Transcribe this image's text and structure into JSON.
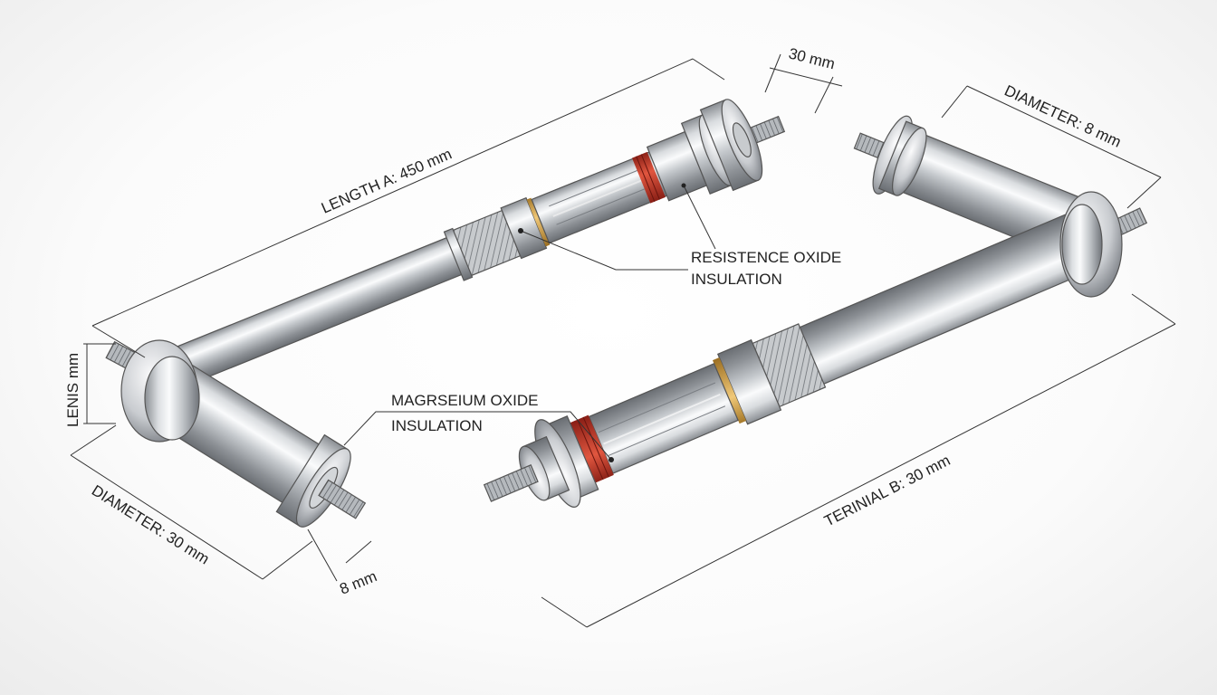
{
  "dimensions": {
    "length_a": "LENGTH A: 450 mm",
    "top_right_30": "30 mm",
    "diameter_8": "DIAMETER: 8 mm",
    "lenis": "LENIS mm",
    "diameter_30": "DIAMETER: 30 mm",
    "bottom_8": "8 mm",
    "terminal_b": "TERINIAL B: 30 mm"
  },
  "callouts": {
    "resistance": [
      "RESISTENCE OXIDE",
      "INSULATION"
    ],
    "magnesium": [
      "MAGRSEIUM OXIDE",
      "INSULATION"
    ]
  },
  "colors": {
    "steel_dark": "#7d8186",
    "steel_light": "#f4f5f6",
    "red_coil": "#c8372a",
    "gold_band": "#d9a94a",
    "knurl": "#9a9ea3"
  }
}
